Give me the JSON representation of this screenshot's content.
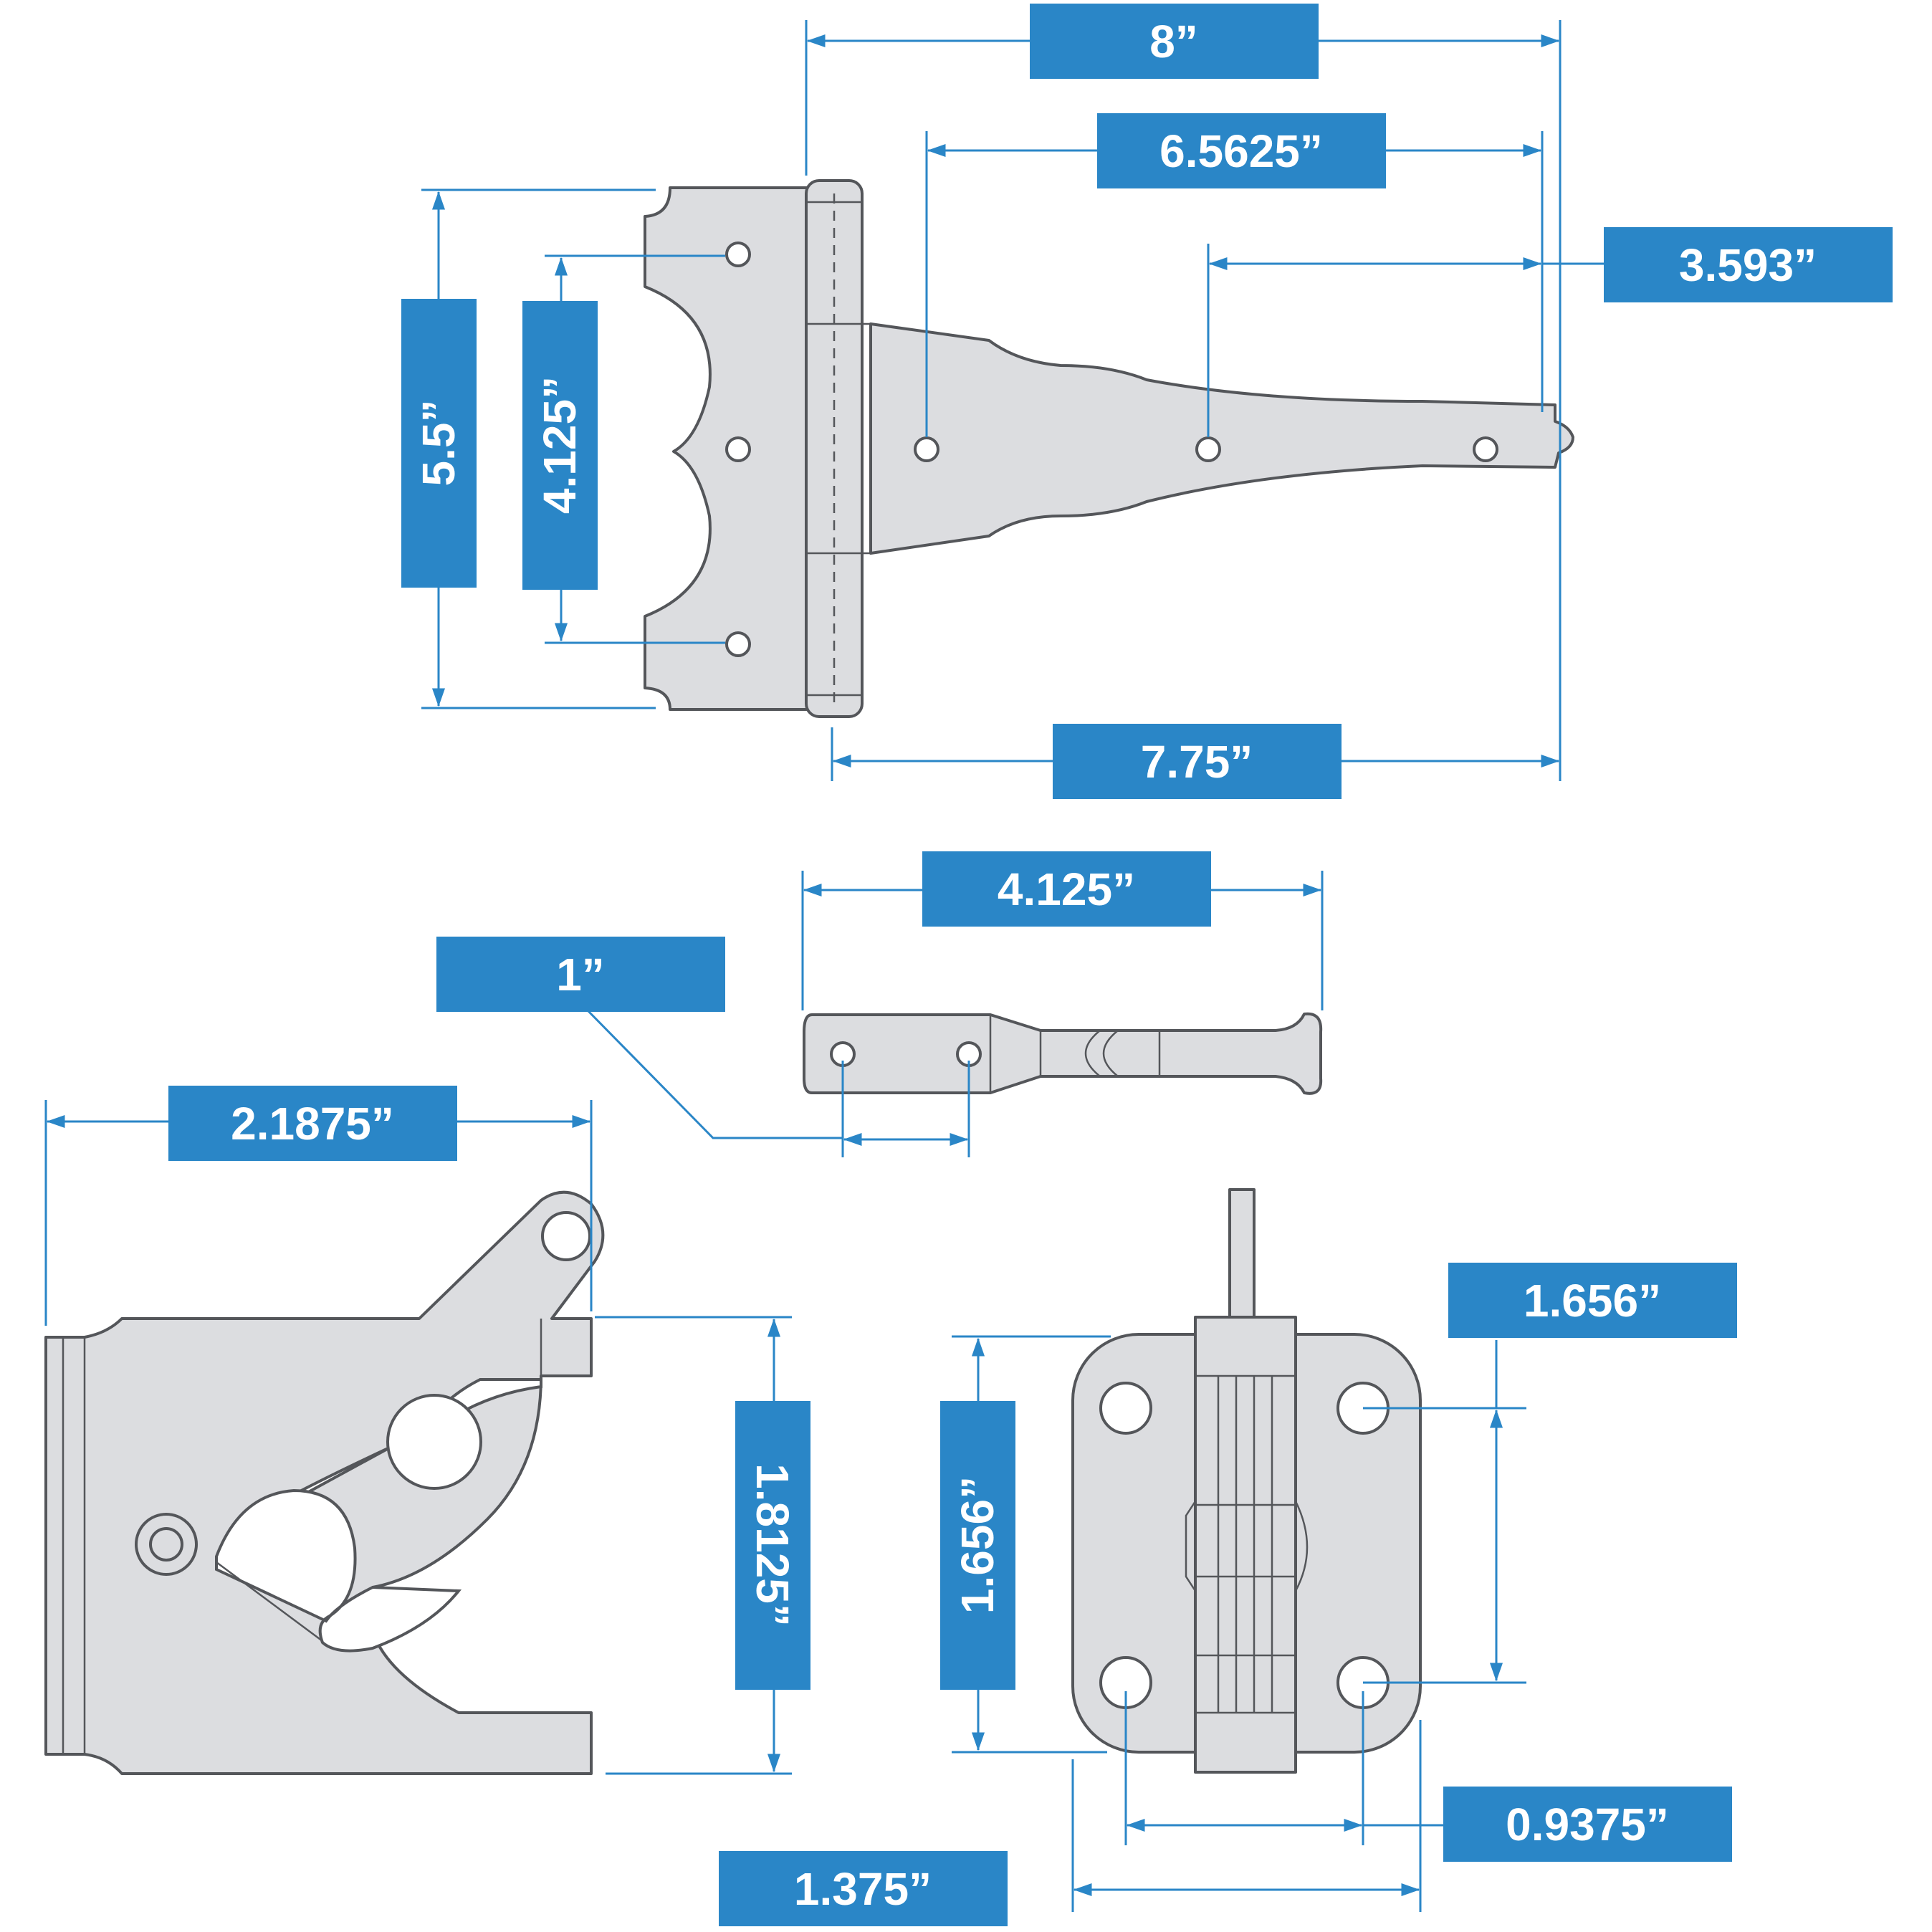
{
  "colors": {
    "dimension": "#2a86c7",
    "part_fill": "#dcdde0",
    "part_outline": "#54565a",
    "label_text": "#ffffff"
  },
  "dimensions": {
    "hinge_overall_length": "8”",
    "hinge_strap_hole_span": "6.5625”",
    "hinge_strap_tip_to_hole": "3.593”",
    "hinge_leaf_height": "5.5”",
    "hinge_leaf_hole_span": "4.125”",
    "hinge_strap_length": "7.75”",
    "bar_length": "4.125”",
    "bar_hole_spacing": "1”",
    "latch_width": "2.1875”",
    "latch_height": "1.8125”",
    "catch_height": "1.656”",
    "catch_hole_span": "1.656”",
    "catch_hole_spacing": "0.9375”",
    "catch_width": "1.375”"
  }
}
